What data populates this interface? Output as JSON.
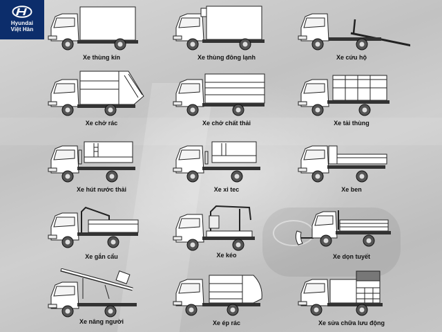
{
  "brand": {
    "logo_icon": "hyundai-logo-icon",
    "line1": "Hyundai",
    "line2": "Việt Hàn",
    "color": "#0c2d6b"
  },
  "vehicles": [
    {
      "label": "Xe thùng kín",
      "type": "box"
    },
    {
      "label": "Xe thùng đông lạnh",
      "type": "refrigerated"
    },
    {
      "label": "Xe cứu hộ",
      "type": "tow-flatbed"
    },
    {
      "label": "Xe chở rác",
      "type": "garbage"
    },
    {
      "label": "Xe chở chất thải",
      "type": "waste"
    },
    {
      "label": "Xe tải thùng",
      "type": "cargo"
    },
    {
      "label": "Xe hút nước thải",
      "type": "sewage"
    },
    {
      "label": "Xe xi tec",
      "type": "tanker"
    },
    {
      "label": "Xe ben",
      "type": "dump"
    },
    {
      "label": "Xe gắn cẩu",
      "type": "crane"
    },
    {
      "label": "Xe kéo",
      "type": "wrecker"
    },
    {
      "label": "Xe dọn tuyết",
      "type": "snowplow"
    },
    {
      "label": "Xe nâng người",
      "type": "aerial-lift"
    },
    {
      "label": "Xe ép rác",
      "type": "compactor"
    },
    {
      "label": "Xe sửa chữa lưu động",
      "type": "mobile-workshop"
    }
  ]
}
